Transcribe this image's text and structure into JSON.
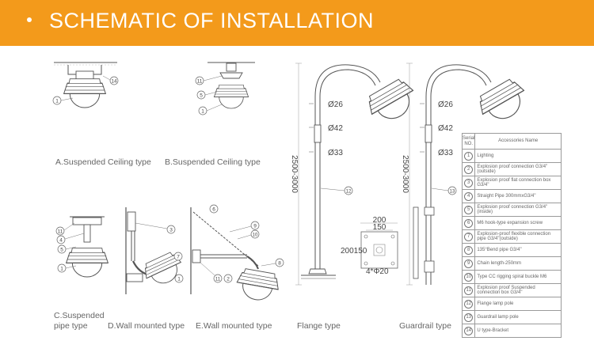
{
  "header": {
    "bullet": "•",
    "title": "SCHEMATIC OF INSTALLATION"
  },
  "captions": {
    "a": "A.Suspended Ceiling type",
    "b": "B.Suspended Ceiling type",
    "c_line1": "C.Suspended",
    "c_line2": "pipe type",
    "d": "D.Wall mounted type",
    "e": "E.Wall mounted type",
    "flange": "Flange type",
    "guardrail": "Guardrail type"
  },
  "callouts": {
    "n1": "1",
    "n2": "2",
    "n3": "3",
    "n4": "4",
    "n5": "5",
    "n6": "6",
    "n7": "7",
    "n8": "8",
    "n9": "9",
    "n10": "10",
    "n11": "11",
    "n12": "12",
    "n13": "13",
    "n14": "14"
  },
  "dimensions": {
    "d26": "Ø26",
    "d42": "Ø42",
    "d33": "Ø33",
    "height": "2500-3000",
    "w200": "200",
    "w150": "150",
    "h200150": "200150",
    "holes": "4*Φ20"
  },
  "table": {
    "header_no": "Serial NO.",
    "header_name": "Accessories Name",
    "rows": [
      {
        "no": "1",
        "name": "Lighting"
      },
      {
        "no": "2",
        "name": "Explosion proof connection G3/4\"(outside)"
      },
      {
        "no": "3",
        "name": "Explosion proof flat connection box G3/4\""
      },
      {
        "no": "4",
        "name": "Straight Pipe 300mmxG3/4\""
      },
      {
        "no": "5",
        "name": "Explosion proof connection G3/4\"(inside)"
      },
      {
        "no": "6",
        "name": "M6 hook-type expansion screw"
      },
      {
        "no": "7",
        "name": "Explosion-proof flexible connection pipe G3/4\"(outside)"
      },
      {
        "no": "8",
        "name": "135°Bend pipe G3/4\""
      },
      {
        "no": "9",
        "name": "Chain length-250mm"
      },
      {
        "no": "10",
        "name": "Type CC rigging spiral buckle M6"
      },
      {
        "no": "11",
        "name": "Explosion proof Suspended connection box G3/4\""
      },
      {
        "no": "12",
        "name": "Flange lamp pole"
      },
      {
        "no": "13",
        "name": "Guardrail lamp pole"
      },
      {
        "no": "14",
        "name": "U type-Bracket"
      }
    ]
  }
}
